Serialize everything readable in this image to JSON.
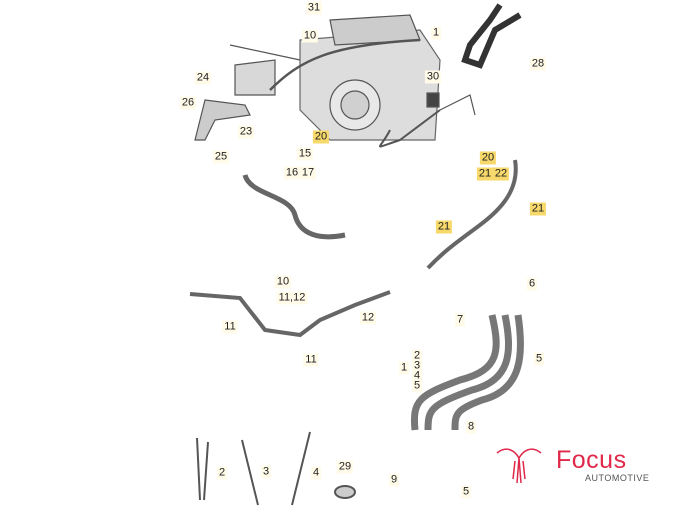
{
  "diagram": {
    "labels": {
      "l31": "31",
      "l1a": "1",
      "l10a": "10",
      "l28": "28",
      "l24": "24",
      "l30": "30",
      "l26": "26",
      "l23": "23",
      "l20a": "20",
      "l25": "25",
      "l15": "15",
      "l16": "16",
      "l17": "17",
      "l20b": "20",
      "l21a": "21",
      "l22": "22",
      "l21b": "21",
      "l21c": "21",
      "l10b": "10",
      "l1112": "11,12",
      "l12": "12",
      "l11a": "11",
      "l11b": "11",
      "l6": "6",
      "l7": "7",
      "l5a": "5",
      "l2a": "2",
      "l3a": "3",
      "l4a": "4",
      "l5b": "5",
      "l1b": "1",
      "l8": "8",
      "l9": "9",
      "l5c": "5",
      "l2b": "2",
      "l3b": "3",
      "l4b": "4",
      "l29": "29"
    },
    "highlight_color": "#f7d86a"
  },
  "logo": {
    "name": "Focus",
    "tagline": "AUTOMOTIVE",
    "color": "#e0294a"
  }
}
